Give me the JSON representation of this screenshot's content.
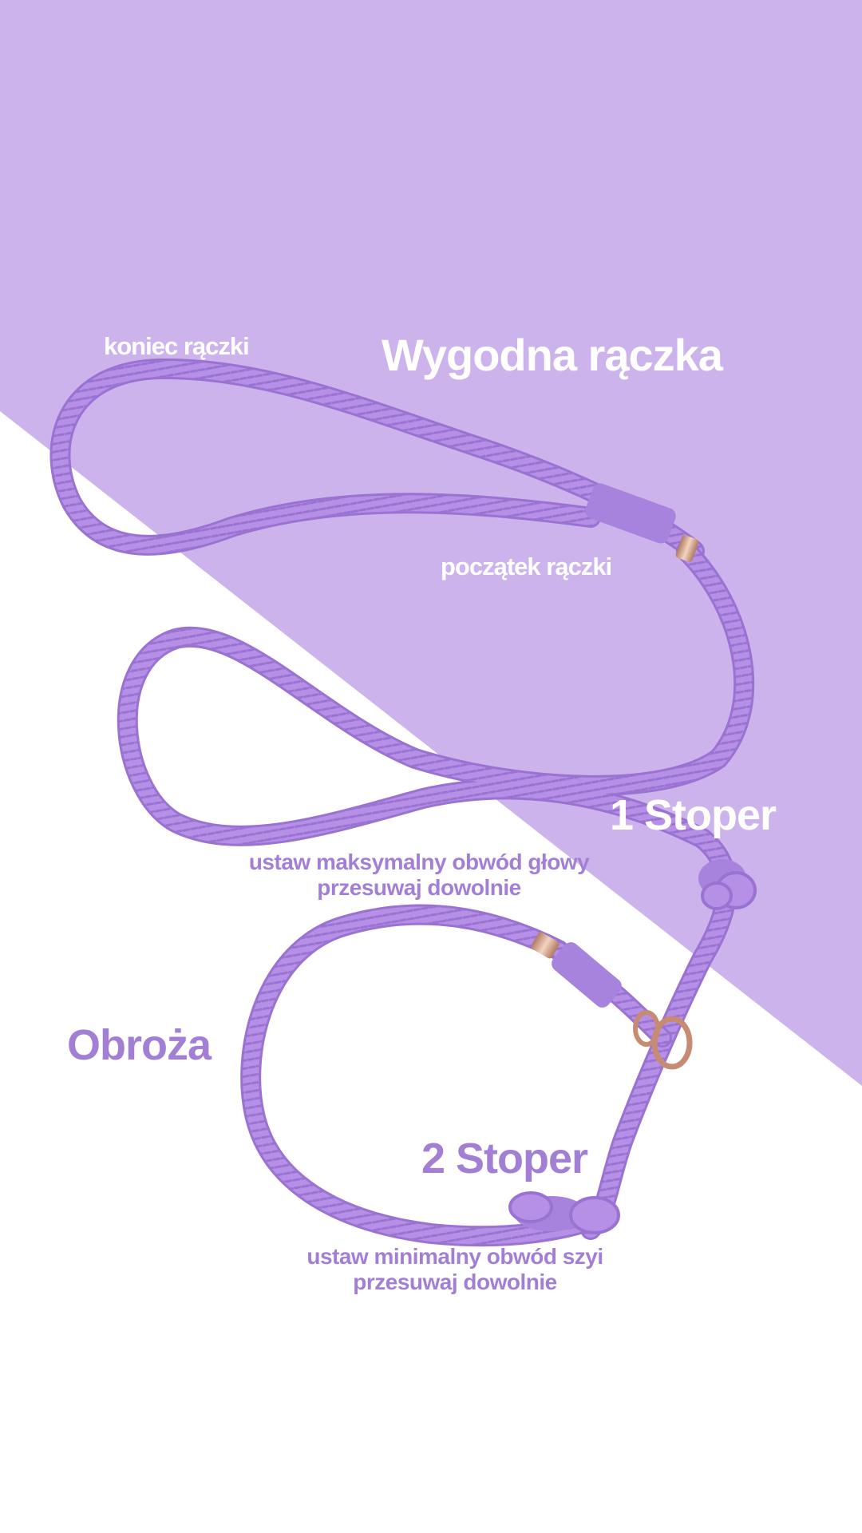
{
  "labels": {
    "title": "Wygodna rączka",
    "handle_end": "koniec rączki",
    "handle_start": "początek rączki",
    "stopper_1": "1 Stoper",
    "stopper_1_hint_line1": "ustaw maksymalny obwód głowy",
    "stopper_1_hint_line2": "przesuwaj dowolnie",
    "collar": "Obroża",
    "stopper_2": "2 Stoper",
    "stopper_2_hint_line1": "ustaw minimalny obwód szyi",
    "stopper_2_hint_line2": "przesuwaj dowolnie"
  },
  "colors": {
    "background_top": "#cdb3ec",
    "background_bottom": "#ffffff",
    "rope": "#b690e6",
    "rope_dark": "#9a72d2",
    "metal_fitting": "#d9a68a",
    "accent_text": "#a27fd4"
  }
}
